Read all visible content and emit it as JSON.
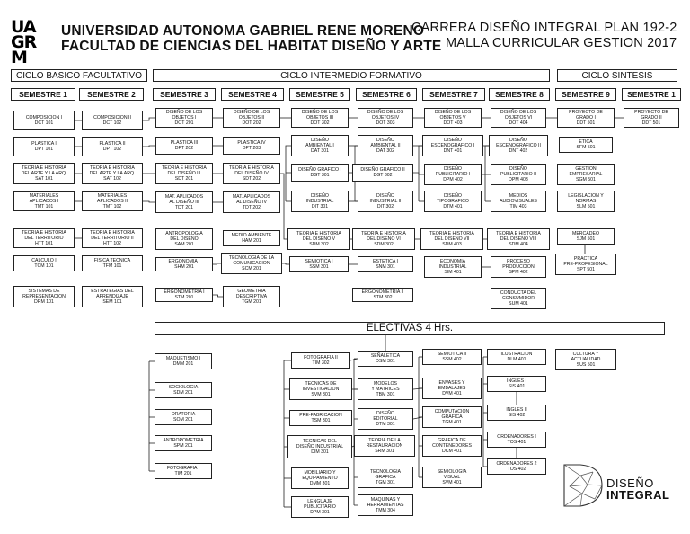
{
  "header": {
    "logo_text": "UAGRM",
    "university": "UNIVERSIDAD AUTONOMA GABRIEL RENE MORENO",
    "faculty": "FACULTAD DE CIENCIAS DEL HABITAT DISEÑO Y ARTE",
    "career": "CARRERA DISEÑO INTEGRAL  PLAN 192-2",
    "curriculum": "MALLA CURRICULAR GESTION 2017"
  },
  "cycles": [
    {
      "label": "CICLO BASICO FACULTATIVO"
    },
    {
      "label": "CICLO INTERMEDIO FORMATIVO"
    },
    {
      "label": "CICLO SINTESIS"
    }
  ],
  "semesters": [
    "SEMESTRE 1",
    "SEMESTRE 2",
    "SEMESTRE 3",
    "SEMESTRE 4",
    "SEMESTRE 5",
    "SEMESTRE 6",
    "SEMESTRE 7",
    "SEMESTRE 8",
    "SEMESTRE 9",
    "SEMESTRE 1"
  ],
  "electives_title": "ELECTIVAS  4 Hrs.",
  "brand": {
    "line1": "DISEÑO",
    "line2": "INTEGRAL"
  },
  "courses": [
    {
      "id": "c1a",
      "text": "COMPOSICION I\nDCT 101"
    },
    {
      "id": "c1b",
      "text": "PLASTICA I\nDPT 101"
    },
    {
      "id": "c1c",
      "text": "TEORIA E HISTORIA\nDEL ARTE Y LA ARQ.\nSAT 101"
    },
    {
      "id": "c1d",
      "text": "MATERIALES\nAPLICADOS I\nTMT 101"
    },
    {
      "id": "c1e",
      "text": "TEORIA E HISTORIA\nDEL TERRITORIO\nHTT 101"
    },
    {
      "id": "c1f",
      "text": "CALCULO I\nTCM 101"
    },
    {
      "id": "c1g",
      "text": "SISTEMAS DE\nREPRESENTACION\nDRM 101"
    },
    {
      "id": "c2a",
      "text": "COMPOSICION II\nDCT 102"
    },
    {
      "id": "c2b",
      "text": "PLASTICA II\nDPT 102"
    },
    {
      "id": "c2c",
      "text": "TEORIA E HISTORIA\nDEL ARTE Y LA ARQ.\nSAT 102"
    },
    {
      "id": "c2d",
      "text": "MATERIALES\nAPLICADOS II\nTMT 102"
    },
    {
      "id": "c2e",
      "text": "TEORIA E HISTORIA\nDEL TERRITORIO II\nHTT 102"
    },
    {
      "id": "c2f",
      "text": "FISICA TECNICA\nTFM 101"
    },
    {
      "id": "c2g",
      "text": "ESTRATEGIAS DEL\nAPRENDIZAJE\nSEM 101"
    },
    {
      "id": "c3a",
      "text": "DISEÑO DE LOS\nOBJETOS I\nDOT 201"
    },
    {
      "id": "c3b",
      "text": "PLASTICA III\nDPT 202"
    },
    {
      "id": "c3c",
      "text": "TEORIA E HISTORIA\nDEL DISEÑO III\nSDT 201"
    },
    {
      "id": "c3d",
      "text": "MAT. APLICADOS\nAL DISEÑO III\nTDT 201"
    },
    {
      "id": "c3e",
      "text": "ANTROPOLOGIA\nDEL DISEÑO\nSAM 201"
    },
    {
      "id": "c3f",
      "text": "ERGONOMIA I\nSHM 201"
    },
    {
      "id": "c3g",
      "text": "ERGONOMETRIA I\nSTM 201"
    },
    {
      "id": "c4a",
      "text": "DISEÑO DE LOS\nOBJETOS II\nDOT 202"
    },
    {
      "id": "c4b",
      "text": "PLASTICA IV\nDPT 203"
    },
    {
      "id": "c4c",
      "text": "TEORIA E HISTORIA\nDEL DISEÑO IV\nSDT 202"
    },
    {
      "id": "c4d",
      "text": "MAT. APLICADOS\nAL DISEÑO IV\nTDT 202"
    },
    {
      "id": "c4e",
      "text": "MEDIO AMBIENTE\nHAM 201"
    },
    {
      "id": "c4f",
      "text": "TECNOLOGIA DE LA\nCOMUNICACION\nSCM 201"
    },
    {
      "id": "c4g",
      "text": "GEOMETRIA\nDESCRIPTIVA\nTGM 201"
    },
    {
      "id": "c5a",
      "text": "DISEÑO DE LOS\nOBJETOS III\nDOT 302"
    },
    {
      "id": "c5b",
      "text": "DISEÑO\nAMBIENTAL I\nDAT 301"
    },
    {
      "id": "c5c",
      "text": "DISEÑO GRAFICO I\nDGT 301"
    },
    {
      "id": "c5d",
      "text": "DISEÑO\nINDUSTRIAL\nDIT 301"
    },
    {
      "id": "c5e",
      "text": "TEORIA E HISTORIA\nDEL DISEÑO V\nSDM 302"
    },
    {
      "id": "c5f",
      "text": "SEMIOTICA I\nSSM 301"
    },
    {
      "id": "c6a",
      "text": "DISEÑO DE LOS\nOBJETOS IV\nDOT 303"
    },
    {
      "id": "c6b",
      "text": "DISEÑO\nAMBIENTAL II\nDAT 302"
    },
    {
      "id": "c6c",
      "text": "DISEÑO GRAFICO II\nDGT 302"
    },
    {
      "id": "c6d",
      "text": "DISEÑO\nINDUSTRIAL II\nDIT 302"
    },
    {
      "id": "c6e",
      "text": "TEORIA E HISTORIA\nDEL DISEÑO VI\nSDM 302"
    },
    {
      "id": "c6f",
      "text": "ESTETICA I\nSNM 301"
    },
    {
      "id": "c6g",
      "text": "ERGONOMETRIA II\nSTM 302"
    },
    {
      "id": "c7a",
      "text": "DISEÑO DE LOS\nOBJETOS V\nDOT 403"
    },
    {
      "id": "c7b",
      "text": "DISEÑO\nESCENOGRAFICO I\nDNT 401"
    },
    {
      "id": "c7c",
      "text": "DISEÑO\nPUBLICITARIO I\nDPM 402"
    },
    {
      "id": "c7d",
      "text": "DISEÑO\nTIPOGRAFICO\nDTM 401"
    },
    {
      "id": "c7e",
      "text": "TEORIA E HISTORIA\nDEL DISEÑO VII\nSDM 403"
    },
    {
      "id": "c7f",
      "text": "ECONOMIA\nINDUSTRIAL\nSIM 401"
    },
    {
      "id": "c8a",
      "text": "DISEÑO DE LOS\nOBJETOS VI\nDOT 404"
    },
    {
      "id": "c8b",
      "text": "DISEÑO\nESCENOGRAFICO II\nDNT 402"
    },
    {
      "id": "c8c",
      "text": "DISEÑO\nPUBLICITARIO II\nDPM 403"
    },
    {
      "id": "c8d",
      "text": "MEDIOS\nAUDIOVISUALES\nTIM 403"
    },
    {
      "id": "c8e",
      "text": "TEORIA E HISTORIA\nDEL DISEÑO VIII\nSDM 404"
    },
    {
      "id": "c8f",
      "text": "PROCESO\nPRODUCCION\nSPM 402"
    },
    {
      "id": "c8g",
      "text": "CONDUCTA DEL\nCONSUMIDOR\nSUM 401"
    },
    {
      "id": "c9a",
      "text": "PROYECTO DE\nGRADO I\nDDT 501"
    },
    {
      "id": "c9b",
      "text": "ETICA\nSFM 501"
    },
    {
      "id": "c9c",
      "text": "GESTION\nEMPRESARIAL\nSGM 501"
    },
    {
      "id": "c9d",
      "text": "LEGISLACION Y\nNORMAS\nSLM 501"
    },
    {
      "id": "c9e",
      "text": "MERCADEO\nSJM 501"
    },
    {
      "id": "c9f",
      "text": "PRACTICA\nPRE-PROFESIONAL\nSPT 501"
    },
    {
      "id": "c10a",
      "text": "PROYECTO DE\nGRADO II\nDDT 501"
    },
    {
      "id": "e1",
      "text": "MAQUETISMO I\nDMM 201"
    },
    {
      "id": "e2",
      "text": "SOCIOLOGIA\nSDM 201"
    },
    {
      "id": "e3",
      "text": "ORATORIA\nSOM 201"
    },
    {
      "id": "e4",
      "text": "ANTROPOMETRIA\nSPM 201"
    },
    {
      "id": "e5",
      "text": "FOTOGRAFIA I\nTIM 201"
    },
    {
      "id": "e6",
      "text": "FOTOGRAFIA II\nTIM 302"
    },
    {
      "id": "e7",
      "text": "TECNICAS DE\nINVESTIGACION\nSVM 301"
    },
    {
      "id": "e8",
      "text": "PRE-FABRICACION\nTSM 301"
    },
    {
      "id": "e9",
      "text": "TECNICAS DEL\nDISEÑO INDUSTRIAL\nDIM 301"
    },
    {
      "id": "e10",
      "text": "MOBILIARIO Y\nEQUIPAMIENTO\nDMM 301"
    },
    {
      "id": "e11",
      "text": "LENGUAJE\nPUBLICITARIO\nDPM 301"
    },
    {
      "id": "e12",
      "text": "SEÑALETICA\nDSM 301"
    },
    {
      "id": "e13",
      "text": "MODELOS\nY MATRICES\nTBM 301"
    },
    {
      "id": "e14",
      "text": "DISEÑO\nEDITORIAL\nDTM 301"
    },
    {
      "id": "e15",
      "text": "TEORIA DE LA\nRESTAURACION\nSRM 301"
    },
    {
      "id": "e16",
      "text": "TECNOLOGIA\nGRAFICA\nTGM 301"
    },
    {
      "id": "e17",
      "text": "MAQUINAS Y\nHERRAMIENTAS\nTMM 304"
    },
    {
      "id": "e18",
      "text": "SEMIOTICA II\nSSM 402"
    },
    {
      "id": "e19",
      "text": "ENVASES Y\nEMBALAJES\nDVM 401"
    },
    {
      "id": "e20",
      "text": "COMPUTACION\nGRAFICA\nTGM 401"
    },
    {
      "id": "e21",
      "text": "GRAFICA DE\nCONTENEDORES\nDCM 401"
    },
    {
      "id": "e22",
      "text": "SEMIOLOGIA\nVISUAL\nSVM 401"
    },
    {
      "id": "e23",
      "text": "ILUSTRACION\nDLM 401"
    },
    {
      "id": "e24",
      "text": "INGLES I\nSIS 401"
    },
    {
      "id": "e25",
      "text": "INGLES II\nSIS 402"
    },
    {
      "id": "e26",
      "text": "ORDENADORES I\nTOS 401"
    },
    {
      "id": "e27",
      "text": "ORDENADORES 2\nTOS 402"
    },
    {
      "id": "e28",
      "text": "CULTURA Y\nACTUALIDAD\nSUS 501"
    }
  ]
}
